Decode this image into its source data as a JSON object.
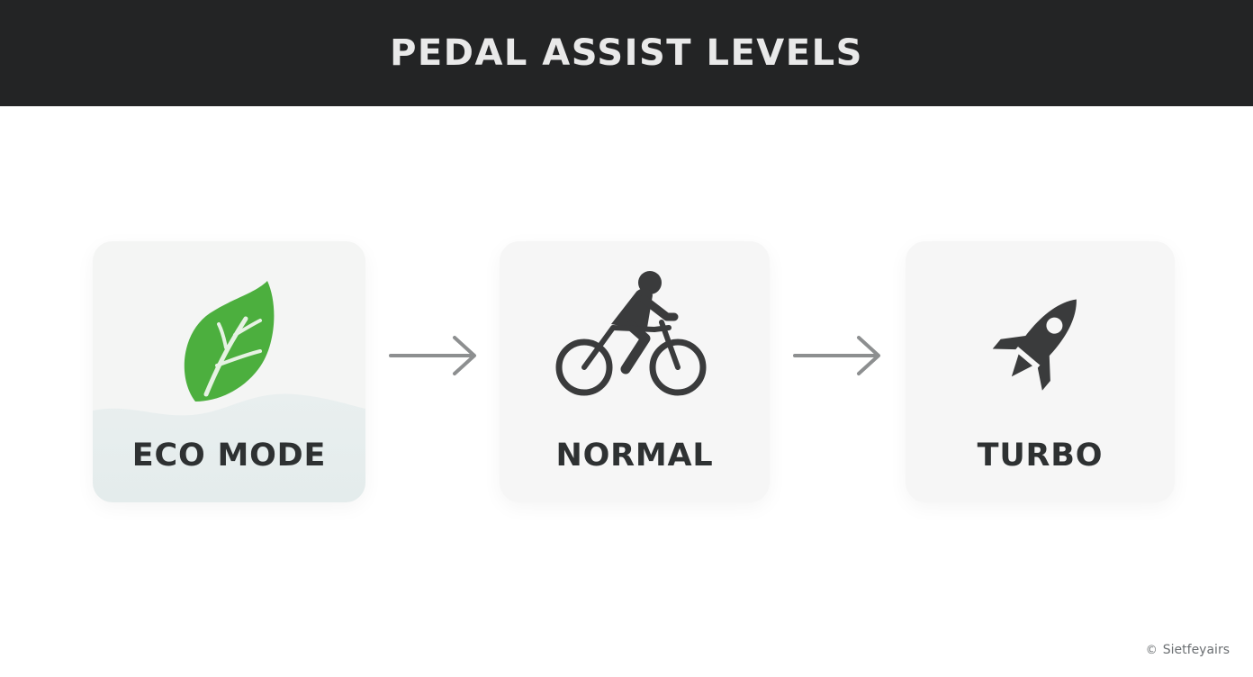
{
  "header": {
    "title": "PEDAL ASSIST LEVELS"
  },
  "levels": [
    {
      "label": "ECO MODE",
      "icon": "leaf-icon",
      "accent": "#4caf3e"
    },
    {
      "label": "NORMAL",
      "icon": "cyclist-icon",
      "accent": "#3a3b3c"
    },
    {
      "label": "TURBO",
      "icon": "rocket-icon",
      "accent": "#3a3b3c"
    }
  ],
  "connectors": [
    "arrow-right-icon",
    "arrow-right-icon"
  ],
  "watermark": {
    "symbol": "©",
    "text": "Sietfeyairs"
  }
}
